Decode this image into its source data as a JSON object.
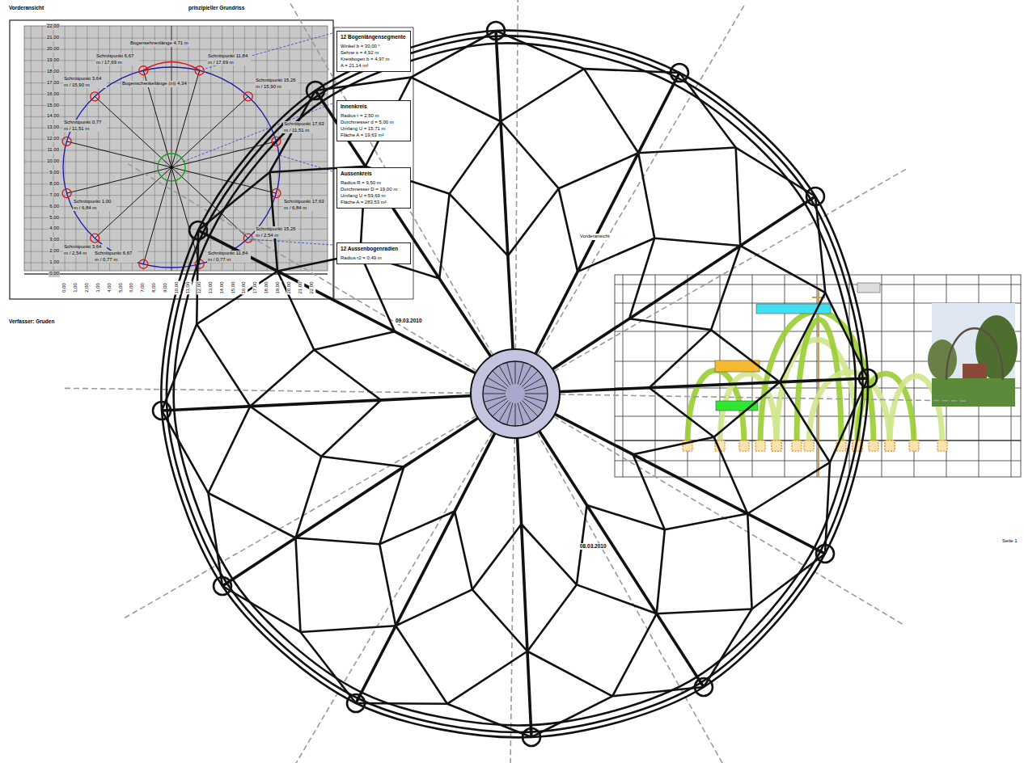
{
  "diagram": {
    "nodes": [
      {
        "text": [
          "12 Bogenlängensegmente",
          "Winkel b = 30,00 °",
          "Sehne s = 4,92 m",
          "Kreisbogen b = 4,97 m",
          "A = 21,14 m²"
        ]
      },
      {
        "text": [
          "Innenkreis",
          "Radius r = 2,50 m",
          "Durchmesser d = 5,00 m",
          "Umfang U = 15,71 m",
          "Fläche A = 19,63 m²"
        ]
      },
      {
        "text": [
          "Aussenkreis",
          "Radius R = 9,50 m",
          "Durchmesser D = 19,00 m",
          "Umfang U = 59,69 m",
          "Fläche A = 283,53 m²"
        ]
      },
      {
        "text": [
          "12 Aussenbogenradien",
          "Radius r2 = 0,49 m"
        ]
      }
    ],
    "labels": [
      "Vorderansicht",
      "prinzipieller Grundriss",
      "Verfasser: Gruden",
      "09.03.2010",
      "Vorderansicht",
      "08.03.2010",
      "Seite 1",
      "Bogensehnenlänge 4,71 m",
      "Bogenschenkellänge (m) 4,34",
      "Schnittpunkt 6,67 m / 17,69 m",
      "Schnittpunkt 11,84 m / 17,69 m",
      "Schnittpunkt 3,64 m / 15,90 m",
      "Schnittpunkt 15,26 m / 15,90 m",
      "Schnittpunkt 0,77 m / 11,51 m",
      "Schnittpunkt 1,00 m / 6,84 m",
      "Schnittpunkt 17,63 m / 6,84 m",
      "Schnittpunkt 17,63 m / 11,51 m",
      "Schnittpunkt 3,64 m / 2,54 m",
      "Schnittpunkt 15,26 m / 2,54 m",
      "Schnittpunkt 6,67 m / 0,77 m",
      "Schnittpunkt 11,84 m / 0,77 m",
      "22,00",
      "21,00",
      "20,00",
      "19,00",
      "18,00",
      "17,00",
      "16,00",
      "15,00",
      "14,00",
      "13,00",
      "12,00",
      "11,00",
      "10,00",
      "9,00",
      "8,00",
      "7,00",
      "6,00",
      "5,00",
      "4,00",
      "3,00",
      "2,00",
      "1,00",
      "0,00",
      "0,00",
      "1,00",
      "2,00",
      "3,00",
      "4,00",
      "5,00",
      "6,00",
      "7,00",
      "8,00",
      "9,00",
      "10,00",
      "11,00",
      "12,00",
      "13,00",
      "14,00",
      "15,00",
      "16,00",
      "17,00",
      "18,00",
      "19,00",
      "20,00",
      "21,00",
      "22,00"
    ]
  }
}
